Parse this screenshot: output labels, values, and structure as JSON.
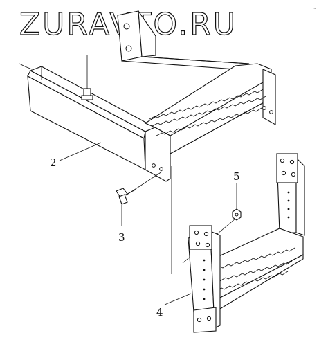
{
  "watermark": {
    "text": "ZURAVTO.RU"
  },
  "corner_mark": "~",
  "callouts": [
    {
      "id": "callout-1",
      "label": "2"
    },
    {
      "id": "callout-2",
      "label": "3"
    },
    {
      "id": "callout-3",
      "label": "4"
    },
    {
      "id": "callout-4",
      "label": "5"
    }
  ]
}
